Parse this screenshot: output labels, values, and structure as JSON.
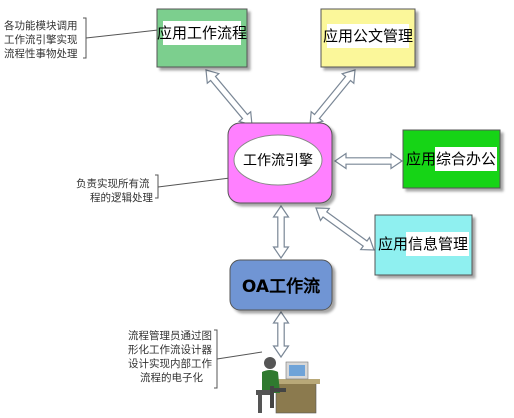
{
  "modules": {
    "app_workflow": {
      "label": "应用工作流程",
      "color": "#7ccf8e"
    },
    "app_document": {
      "label": "应用公文管理",
      "color": "#fbf79a"
    },
    "app_office": {
      "label": "应用综合办公",
      "color": "#18d418"
    },
    "app_info": {
      "label": "应用信息管理",
      "color": "#8ff0f0"
    }
  },
  "engine": {
    "label": "工作流引擎",
    "color": "#ff80ff"
  },
  "oa": {
    "label": "OA工作流",
    "color": "#6f95d4"
  },
  "notes": {
    "top_left": [
      "各功能模块调用",
      "工作流引擎实现",
      "流程性事物处理"
    ],
    "middle_left": [
      "负责实现所有流",
      "程的逻辑处理"
    ],
    "bottom_left": [
      "流程管理员通过图",
      "形化工作流设计器",
      "设计实现内部工作",
      "流程的电子化"
    ]
  },
  "icons": {
    "arrow": "double-headed-arrow",
    "user": "computer-user-icon"
  }
}
